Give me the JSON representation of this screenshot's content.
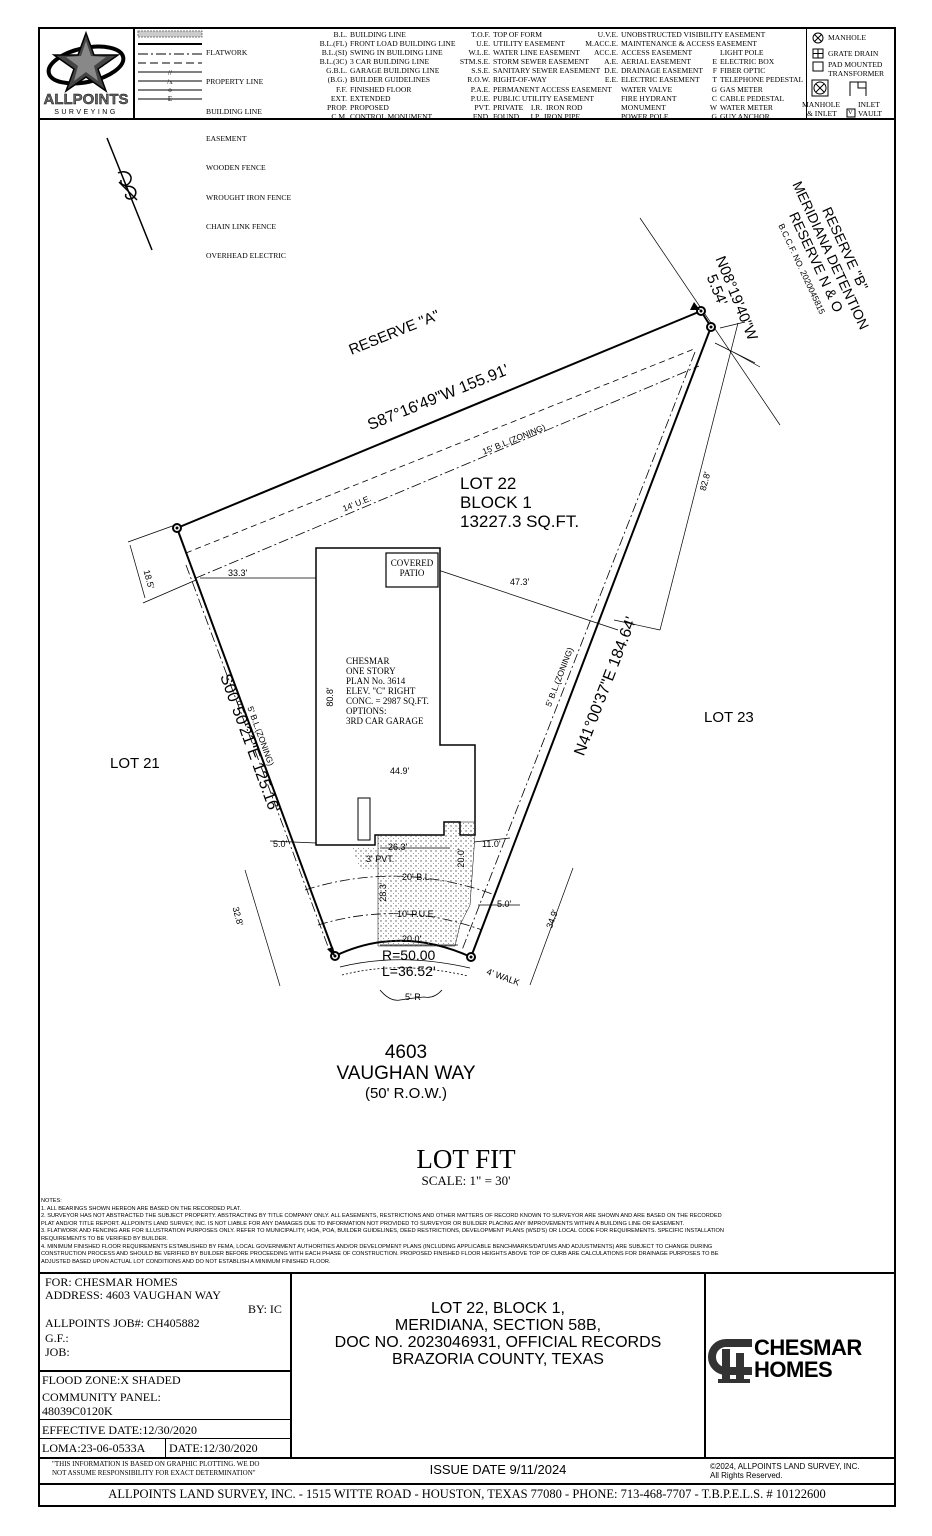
{
  "company": {
    "logo_text": "ALLPOINTS",
    "logo_sub": "SURVEYING"
  },
  "legend": {
    "line_types": [
      {
        "label": "FLATWORK",
        "symbol": ""
      },
      {
        "label": "PROPERTY LINE",
        "symbol": ""
      },
      {
        "label": "BUILDING LINE",
        "symbol": ""
      },
      {
        "label": "EASEMENT",
        "symbol": ""
      },
      {
        "label": "WOODEN FENCE",
        "symbol": "//"
      },
      {
        "label": "WROUGHT IRON FENCE",
        "symbol": "/x"
      },
      {
        "label": "CHAIN LINK FENCE",
        "symbol": "o"
      },
      {
        "label": "OVERHEAD ELECTRIC",
        "symbol": "E"
      }
    ],
    "col2": [
      [
        "B.L.",
        "BUILDING LINE"
      ],
      [
        "B.L.(FL)",
        "FRONT LOAD BUILDING LINE"
      ],
      [
        "B.L.(SI)",
        "SWING IN BUILDING LINE"
      ],
      [
        "B.L.(3C)",
        "3 CAR BUILDING LINE"
      ],
      [
        "G.B.L.",
        "GARAGE BUILDING LINE"
      ],
      [
        "(B.G.)",
        "BUILDER GUIDELINES"
      ],
      [
        "F.F.",
        "FINISHED FLOOR"
      ],
      [
        "EXT.",
        "EXTENDED"
      ],
      [
        "PROP.",
        "PROPOSED"
      ],
      [
        "C.M.",
        "CONTROL MONUMENT"
      ]
    ],
    "col3": [
      [
        "T.O.F.",
        "TOP OF FORM"
      ],
      [
        "U.E.",
        "UTILITY EASEMENT"
      ],
      [
        "W.L.E.",
        "WATER LINE EASEMENT"
      ],
      [
        "STM.S.E.",
        "STORM SEWER EASEMENT"
      ],
      [
        "S.S.E.",
        "SANITARY SEWER EASEMENT"
      ],
      [
        "R.O.W.",
        "RIGHT-OF-WAY"
      ],
      [
        "P.A.E.",
        "PERMANENT ACCESS EASEMENT"
      ],
      [
        "P.U.E.",
        "PUBLIC UTILITY EASEMENT"
      ],
      [
        "PVT.",
        "PRIVATE    I.R.  IRON ROD"
      ],
      [
        "FND.",
        "FOUND      I.P.  IRON PIPE"
      ]
    ],
    "col4": [
      [
        "U.V.E.",
        "UNOBSTRUCTED VISIBILITY EASEMENT"
      ],
      [
        "M.ACC.E.",
        "MAINTENANCE & ACCESS EASEMENT"
      ],
      [
        "ACC.E.",
        "ACCESS EASEMENT"
      ],
      [
        "A.E.",
        "AERIAL EASEMENT"
      ],
      [
        "D.E.",
        "DRAINAGE EASEMENT"
      ],
      [
        "E.E.",
        "ELECTRIC EASEMENT"
      ],
      [
        "",
        "WATER VALVE"
      ],
      [
        "",
        "FIRE HYDRANT"
      ],
      [
        "",
        "MONUMENT"
      ],
      [
        "",
        "POWER POLE"
      ]
    ],
    "col5": [
      [
        "",
        ""
      ],
      [
        "",
        ""
      ],
      [
        "",
        "LIGHT POLE"
      ],
      [
        "E",
        "ELECTRIC BOX"
      ],
      [
        "F",
        "FIBER OPTIC"
      ],
      [
        "T",
        "TELEPHONE PEDESTAL"
      ],
      [
        "G",
        "GAS METER"
      ],
      [
        "C",
        "CABLE PEDESTAL"
      ],
      [
        "W",
        "WATER METER"
      ],
      [
        "G",
        "GUY ANCHOR"
      ]
    ],
    "col6": {
      "manhole": "MANHOLE",
      "grate_drain": "GRATE DRAIN",
      "pad_mounted": "PAD MOUNTED",
      "transformer": "TRANSFORMER",
      "manhole_inlet": "MANHOLE",
      "manhole_inlet2": "& INLET",
      "inlet": "INLET",
      "vault": "VAULT",
      "vault_letter": "V"
    }
  },
  "plan": {
    "reserve_a": "RESERVE \"A\"",
    "reserve_b": [
      "RESERVE \"B\"",
      "MERIDIANA DETENTION",
      "RESERVE N & O",
      "B.C.C.F. NO. 2020045815"
    ],
    "bearing_north": "S87°16'49\"W  155.91'",
    "bearing_ne": "N08°19'40\"W",
    "bearing_ne_dist": "5.54'",
    "bearing_west": "S00°50'21\"E  125.16'",
    "bearing_east": "N41°00'37\"E  184.64'",
    "lot_label": [
      "LOT 22",
      "BLOCK 1",
      "13227.3 SQ.FT."
    ],
    "lot_21": "LOT 21",
    "lot_23": "LOT 23",
    "bl_zoning_15": "15' B.L.(ZONING)",
    "ue_14": "14' U.E.",
    "bl_zoning_5_w": "5' B.L.(ZONING)",
    "bl_zoning_5_e": "5' B.L.(ZONING)",
    "covered_patio": [
      "COVERED",
      "PATIO"
    ],
    "house_info": [
      "CHESMAR",
      "ONE STORY",
      "PLAN No. 3614",
      "ELEV. \"C\" RIGHT",
      "CONC. = 2987 SQ.FT.",
      "OPTIONS:",
      "3RD CAR GARAGE"
    ],
    "dims": {
      "d18_5": "18.5'",
      "d33_3": "33.3'",
      "d47_3": "47.3'",
      "d82_8": "82.8'",
      "d80_8": "80.8'",
      "d44_9": "44.9'",
      "d5_0a": "5.0'",
      "d26_3": "26.3'",
      "d20_0a": "20.0'",
      "d11_0": "11.0'",
      "d3": "3' PVT.",
      "d20bl": "20' B.L.",
      "d28_3": "28.3'",
      "d5_0b": "5.0'",
      "d10pue": "10' P.U.E.",
      "d20_0b": "20.0'",
      "d32_8": "32.8'",
      "d34_9": "34.9'",
      "walk": "4' WALK",
      "r5": "5' R",
      "curve_r": "R=50.00",
      "curve_l": "L=36.52'"
    },
    "address": [
      "4603",
      "VAUGHAN WAY",
      "(50' R.O.W.)"
    ],
    "title": "LOT FIT",
    "scale": "SCALE: 1\" = 30'"
  },
  "notes": [
    "NOTES:",
    "1.  ALL BEARINGS SHOWN HEREON ARE BASED ON THE RECORDED PLAT.",
    "2.  SURVEYOR HAS NOT ABSTRACTED THE SUBJECT PROPERTY. ABSTRACTING BY TITLE COMPANY ONLY. ALL EASEMENTS, RESTRICTIONS AND OTHER MATTERS OF RECORD KNOWN TO SURVEYOR ARE SHOWN AND ARE BASED ON THE RECORDED",
    "     PLAT AND/OR TITLE REPORT. ALLPOINTS LAND SURVEY, INC. IS NOT LIABLE FOR ANY DAMAGES DUE TO INFORMATION NOT PROVIDED TO SURVEYOR OR BUILDER PLACING ANY IMPROVEMENTS WITHIN A BUILDING LINE OR EASEMENT.",
    "3.  FLATWORK AND FENCING ARE FOR ILLUSTRATION PURPOSES ONLY. REFER TO MUNICIPALITY, HOA, POA, BUILDER GUIDELINES, DEED RESTRICTIONS, DEVELOPMENT PLANS (WSD'S) OR LOCAL CODE FOR REQUIREMENTS. SPECIFIC INSTALLATION",
    "     REQUIREMENTS TO BE VERIFIED BY BUILDER.",
    "4.  MINIMUM FINISHED FLOOR REQUIREMENTS ESTABLISHED BY FEMA, LOCAL GOVERNMENT AUTHORITIES AND/OR DEVELOPMENT PLANS (INCLUDING APPLICABLE BENCHMARKS/DATUMS AND ADJUSTMENTS) ARE SUBJECT TO CHANGE DURING",
    "     CONSTRUCTION PROCESS AND SHOULD BE VERIFIED BY BUILDER BEFORE PROCEEDING WITH EACH PHASE OF CONSTRUCTION.  PROPOSED FINISHED FLOOR HEIGHTS ABOVE TOP OF CURB ARE CALCULATIONS FOR DRAINAGE PURPOSES TO BE",
    "     ADJUSTED BASED UPON ACTUAL LOT CONDITIONS AND DO NOT ESTABLISH A MINIMUM FINISHED FLOOR."
  ],
  "title_block": {
    "for": "FOR:  CHESMAR HOMES",
    "address": "ADDRESS: 4603 VAUGHAN WAY",
    "by": "BY: IC",
    "job_no": "ALLPOINTS JOB#:  CH405882",
    "gf": "G.F.:",
    "job": "JOB:",
    "flood_zone": "FLOOD ZONE:X SHADED",
    "community_panel_label": "COMMUNITY PANEL:",
    "community_panel": "48039C0120K",
    "effective_date": "EFFECTIVE DATE:12/30/2020",
    "loma": "LOMA:23-06-0533A",
    "loma_date": "DATE:12/30/2020",
    "disclaimer": [
      "\"THIS INFORMATION IS BASED ON GRAPHIC PLOTTING.  WE DO",
      "NOT ASSUME RESPONSIBILITY FOR EXACT DETERMINATION\""
    ],
    "legal": [
      "LOT 22, BLOCK 1,",
      "MERIDIANA, SECTION 58B,",
      "DOC NO. 2023046931, OFFICIAL RECORDS",
      "BRAZORIA COUNTY, TEXAS"
    ],
    "issue_date": "ISSUE DATE 9/11/2024",
    "builder_logo": [
      "CHESMAR",
      "HOMES"
    ],
    "copyright": [
      "©2024, ALLPOINTS LAND SURVEY, INC.",
      "All Rights Reserved."
    ],
    "footer": "ALLPOINTS LAND SURVEY, INC. - 1515 WITTE ROAD - HOUSTON, TEXAS 77080 - PHONE: 713-468-7707 - T.B.P.E.L.S. # 10122600"
  }
}
